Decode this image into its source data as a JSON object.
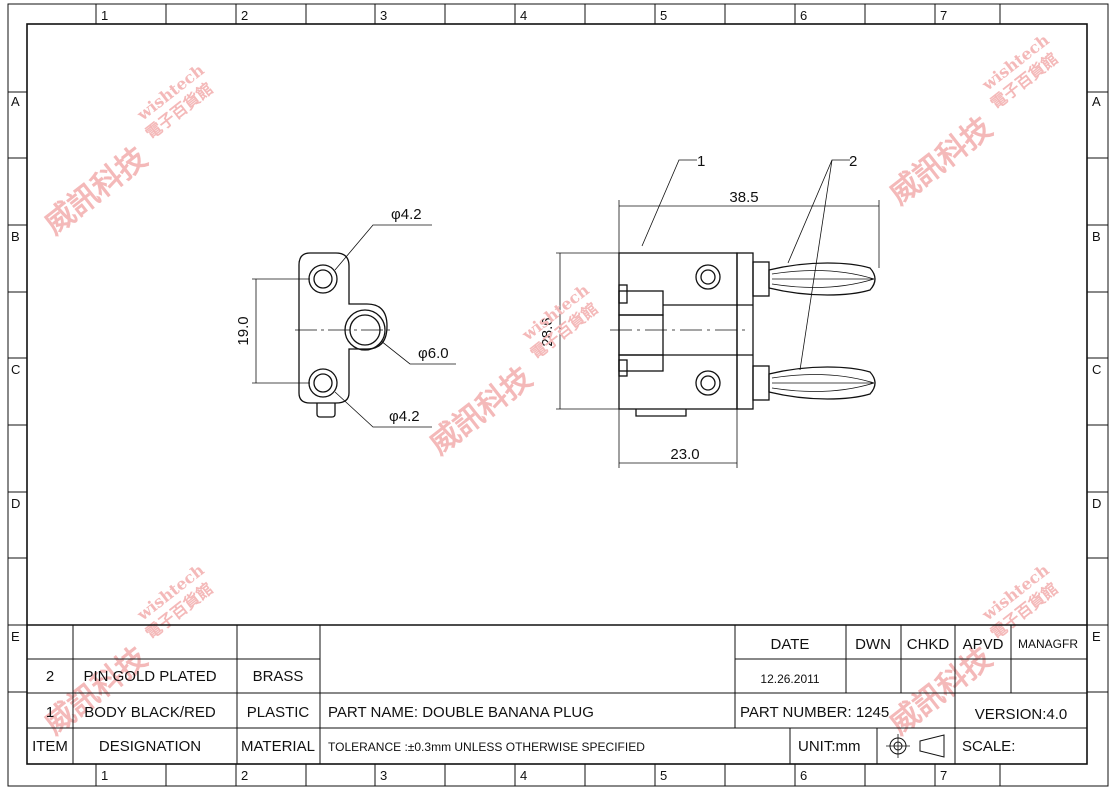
{
  "zones": {
    "columns": [
      "1",
      "2",
      "3",
      "4",
      "5",
      "6",
      "7"
    ],
    "rows": [
      "A",
      "B",
      "C",
      "D",
      "E"
    ]
  },
  "drawing": {
    "front_view": {
      "hole_top_label": "φ4.2",
      "hole_center_label": "φ6.0",
      "hole_bottom_label": "φ4.2",
      "spacing_label": "19.0"
    },
    "side_view": {
      "length_label": "38.5",
      "height_label": "28.6",
      "body_width_label": "23.0",
      "balloon_1": "1",
      "balloon_2": "2"
    }
  },
  "watermark": {
    "main": "威訊科技",
    "sub_cn": "電子百貨館",
    "sub_en": "wishtech"
  },
  "title_block": {
    "headers": {
      "date": "DATE",
      "dwn": "DWN",
      "chkd": "CHKD",
      "apvd": "APVD",
      "managfr": "MANAGFR"
    },
    "date_value": "12.26.2011",
    "bom": [
      {
        "item": "2",
        "designation": "PIN GOLD PLATED",
        "material": "BRASS"
      },
      {
        "item": "1",
        "designation": "BODY BLACK/RED",
        "material": "PLASTIC"
      }
    ],
    "bom_header": {
      "item": "ITEM",
      "designation": "DESIGNATION",
      "material": "MATERIAL"
    },
    "part_name": "PART  NAME: DOUBLE BANANA PLUG",
    "part_number": "PART  NUMBER: 1245",
    "version": "VERSION:4.0",
    "tolerance": "TOLERANCE  :±0.3mm  UNLESS  OTHERWISE  SPECIFIED",
    "unit": "UNIT:mm",
    "scale": "SCALE:"
  },
  "colors": {
    "line": "#111111",
    "watermark": "#f4b9b9"
  }
}
